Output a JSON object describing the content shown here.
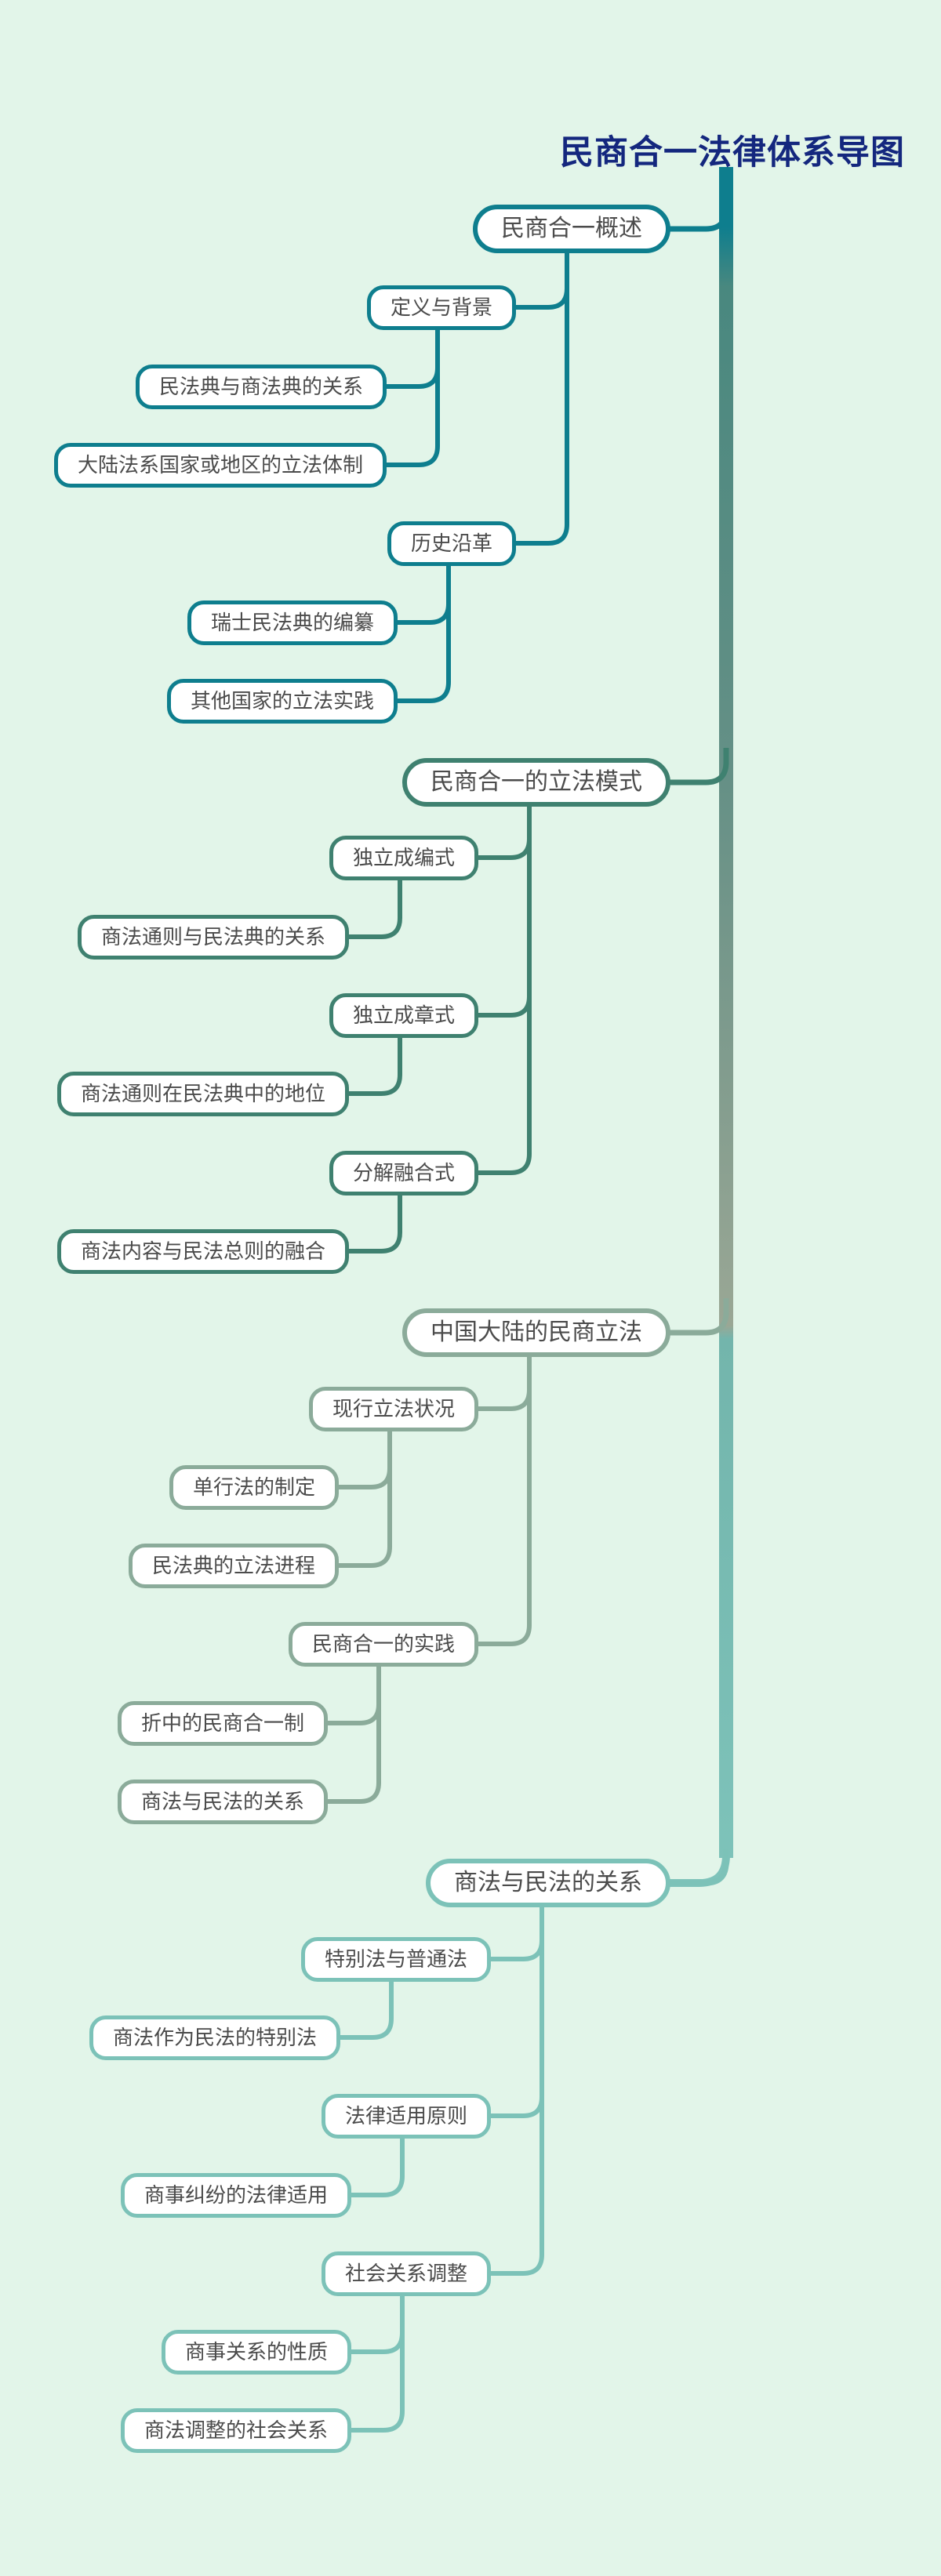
{
  "title": "民商合一法律体系导图",
  "colors": {
    "background": "#e2f5e9",
    "title_text": "#14277e",
    "node_fill": "#ffffff",
    "node_text": "#4b4b4b",
    "branches": [
      "#0e7e8e",
      "#3f8170",
      "#8bab9a",
      "#7cc2b8"
    ],
    "trunk_gradient": [
      "#0e7e8e",
      "#49887f",
      "#659086",
      "#9aa795",
      "#73b5ac",
      "#7ec3ba"
    ]
  },
  "branches": [
    {
      "label": "民商合一概述",
      "children": [
        {
          "label": "定义与背景",
          "children": [
            {
              "label": "民法典与商法典的关系"
            },
            {
              "label": "大陆法系国家或地区的立法体制"
            }
          ]
        },
        {
          "label": "历史沿革",
          "children": [
            {
              "label": "瑞士民法典的编纂"
            },
            {
              "label": "其他国家的立法实践"
            }
          ]
        }
      ]
    },
    {
      "label": "民商合一的立法模式",
      "children": [
        {
          "label": "独立成编式",
          "children": [
            {
              "label": "商法通则与民法典的关系"
            }
          ]
        },
        {
          "label": "独立成章式",
          "children": [
            {
              "label": "商法通则在民法典中的地位"
            }
          ]
        },
        {
          "label": "分解融合式",
          "children": [
            {
              "label": "商法内容与民法总则的融合"
            }
          ]
        }
      ]
    },
    {
      "label": "中国大陆的民商立法",
      "children": [
        {
          "label": "现行立法状况",
          "children": [
            {
              "label": "单行法的制定"
            },
            {
              "label": "民法典的立法进程"
            }
          ]
        },
        {
          "label": "民商合一的实践",
          "children": [
            {
              "label": "折中的民商合一制"
            },
            {
              "label": "商法与民法的关系"
            }
          ]
        }
      ]
    },
    {
      "label": "商法与民法的关系",
      "children": [
        {
          "label": "特别法与普通法",
          "children": [
            {
              "label": "商法作为民法的特别法"
            }
          ]
        },
        {
          "label": "法律适用原则",
          "children": [
            {
              "label": "商事纠纷的法律适用"
            }
          ]
        },
        {
          "label": "社会关系调整",
          "children": [
            {
              "label": "商事关系的性质"
            },
            {
              "label": "商法调整的社会关系"
            }
          ]
        }
      ]
    }
  ]
}
